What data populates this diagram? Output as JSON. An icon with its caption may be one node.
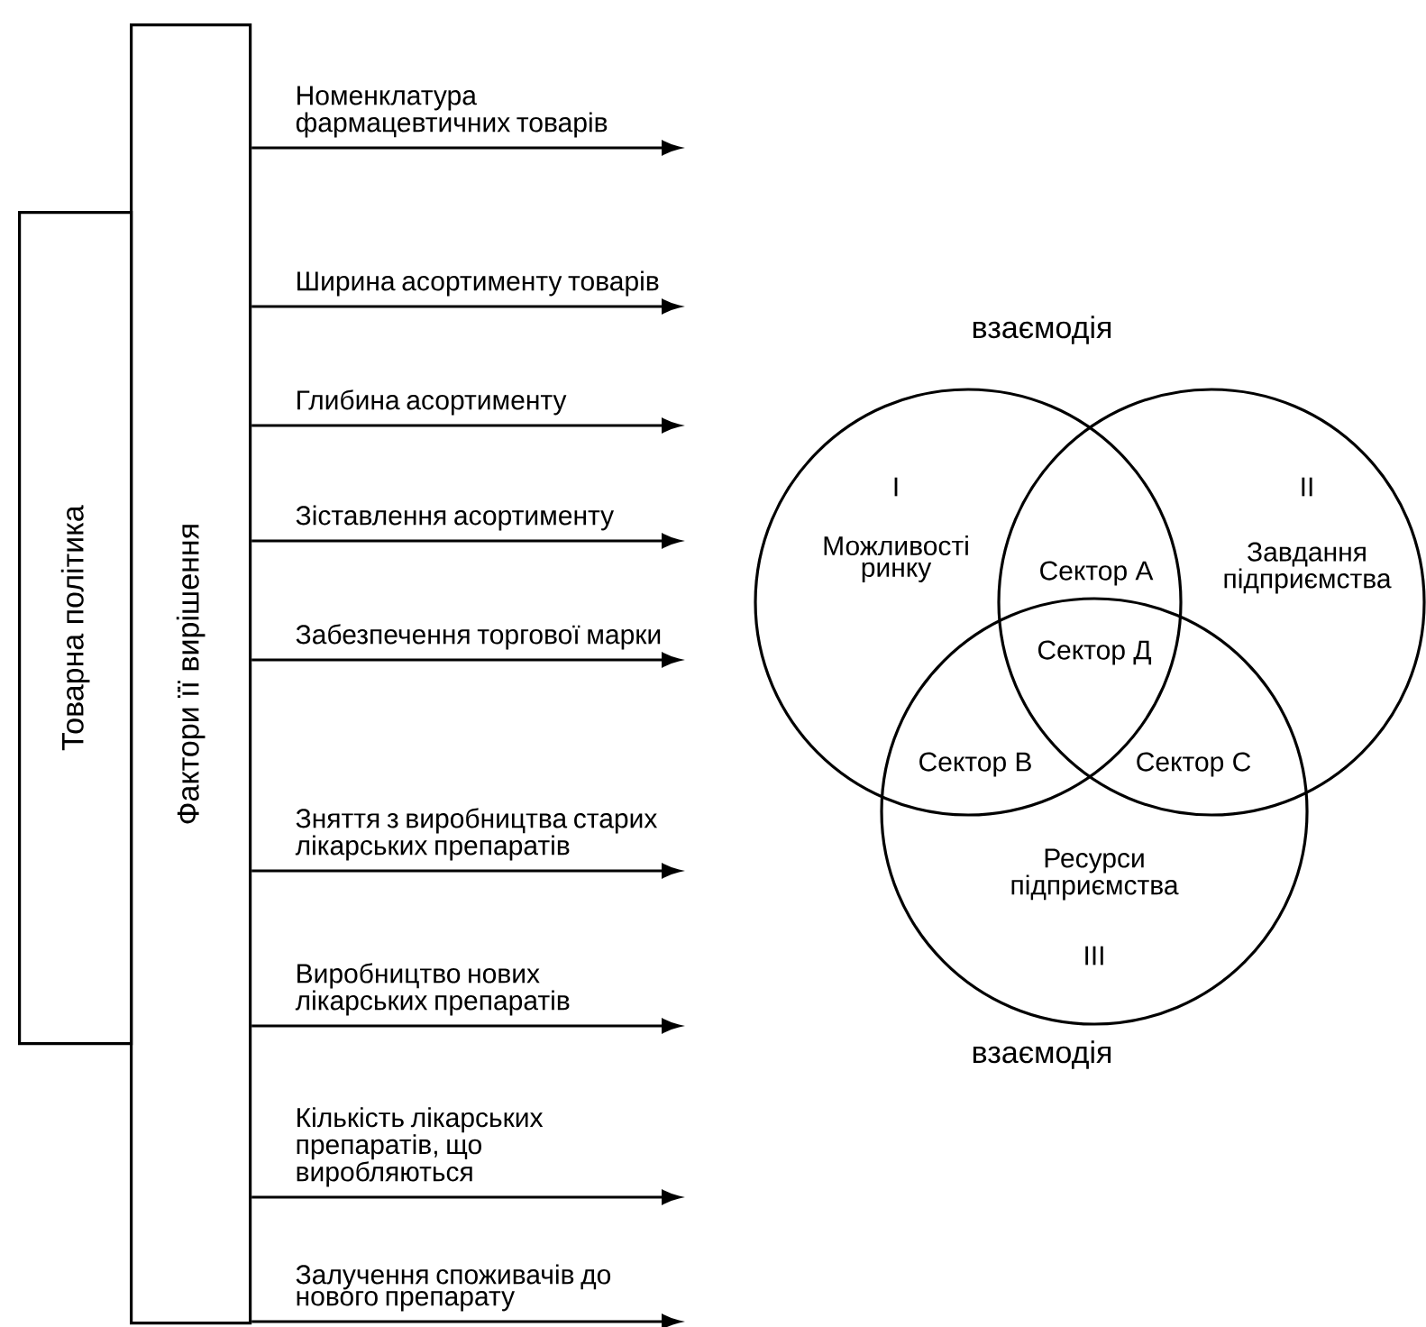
{
  "diagram": {
    "nodes": [
      {
        "text": [
          "Товарна політика"
        ]
      },
      {
        "text": [
          "Фактори її вирішення"
        ]
      },
      {
        "text": [
          "I",
          "Можливості ринку"
        ]
      },
      {
        "text": [
          "II",
          "Завдання підприємства"
        ]
      },
      {
        "text": [
          "Ресурси підприємства",
          "III"
        ]
      }
    ],
    "edges": [
      {
        "from": 1,
        "to": null,
        "arrow": "to",
        "label": "Номенклатура фармацевтичних товарів"
      },
      {
        "from": 1,
        "to": null,
        "arrow": "to",
        "label": "Ширина асортименту товарів"
      },
      {
        "from": 1,
        "to": null,
        "arrow": "to",
        "label": "Глибина асортименту"
      },
      {
        "from": 1,
        "to": null,
        "arrow": "to",
        "label": "Зіставлення асортименту"
      },
      {
        "from": 1,
        "to": null,
        "arrow": "to",
        "label": "Забезпечення торгової марки"
      },
      {
        "from": 1,
        "to": null,
        "arrow": "to",
        "label": "Зняття з виробництва старих лікарських препаратів"
      },
      {
        "from": 1,
        "to": null,
        "arrow": "to",
        "label": "Виробництво нових лікарських препаратів"
      },
      {
        "from": 1,
        "to": null,
        "arrow": "to",
        "label": "Кількість лікарських препаратів, що виробляються"
      },
      {
        "from": 1,
        "to": null,
        "arrow": "to",
        "label": "Залучення споживачів до нового препарату"
      }
    ],
    "labels": [
      "взаємодія",
      "Сектор А",
      "Сектор Д",
      "Сектор В",
      "Сектор С",
      "взаємодія"
    ]
  }
}
